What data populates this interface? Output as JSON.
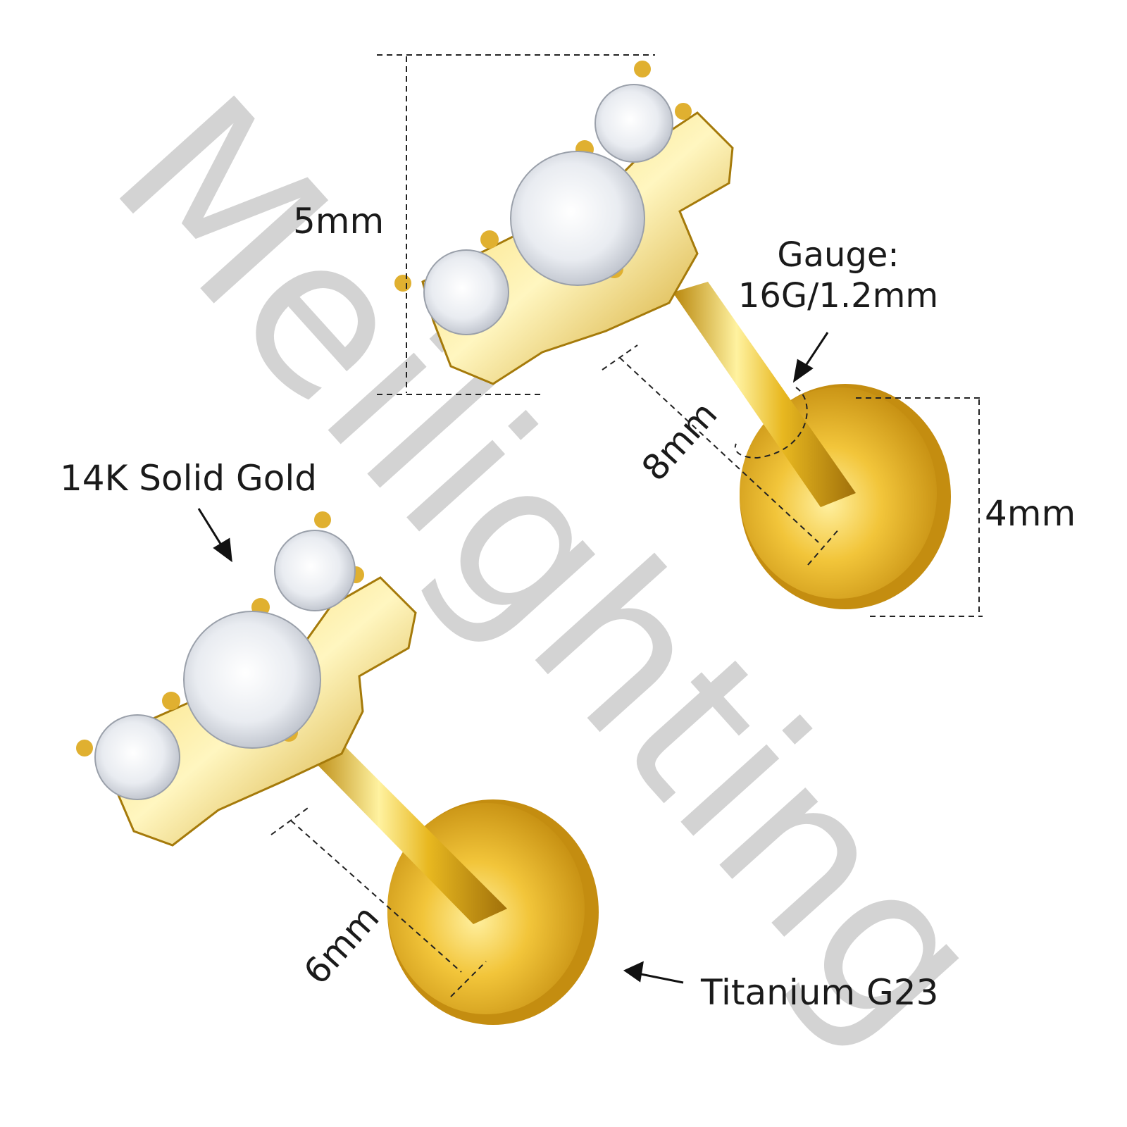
{
  "watermark": "Meilighting",
  "annotations": {
    "top_height": "5mm",
    "gauge_line1": "Gauge:",
    "gauge_line2": "16G/1.2mm",
    "top_length": "8mm",
    "disc_diameter": "4mm",
    "material_top": "14K Solid Gold",
    "bottom_length": "6mm",
    "material_base": "Titanium G23"
  },
  "colors": {
    "gold_dark": "#b8860b",
    "gold_mid": "#e8b820",
    "gold_light": "#fff2a0",
    "crystal": "#eef1f5",
    "watermark": "#d3d3d3",
    "line": "#222222"
  }
}
